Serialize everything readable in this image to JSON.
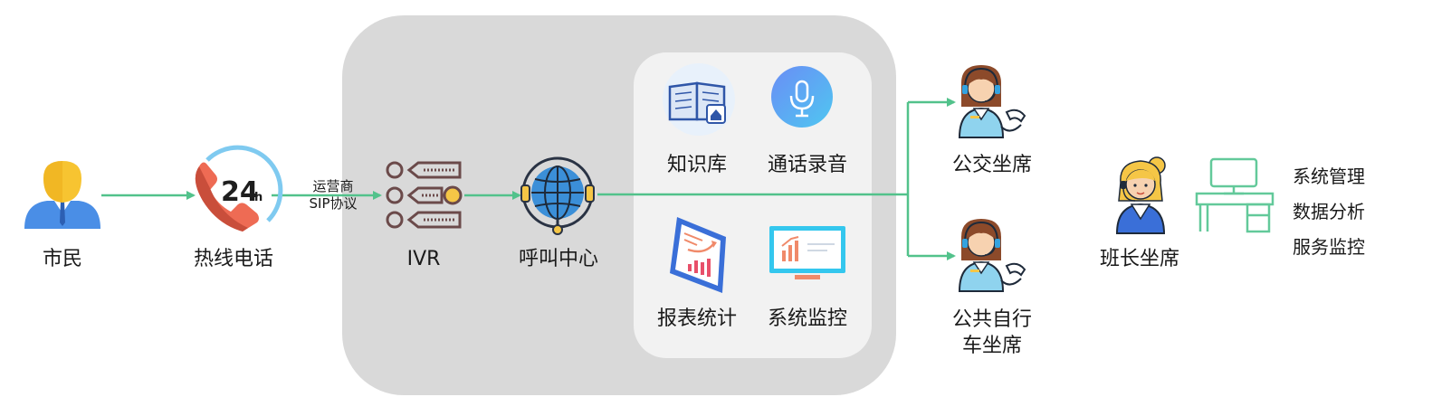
{
  "nodes": {
    "citizen": "市民",
    "hotline": "热线电话",
    "hotline_badge": "24",
    "hotline_badge_unit": "h",
    "ivr": "IVR",
    "call_center": "呼叫中心",
    "bus_seat": "公交坐席",
    "bike_seat_line1": "公共自行",
    "bike_seat_line2": "车坐席",
    "monitor_seat": "班长坐席"
  },
  "edge_label": {
    "line1": "运营商",
    "line2": "SIP协议"
  },
  "modules": {
    "knowledge_base": "知识库",
    "call_recording": "通话录音",
    "report_stats": "报表统计",
    "system_monitor": "系统监控"
  },
  "supervisor_functions": [
    "系统管理",
    "数据分析",
    "服务监控"
  ],
  "colors": {
    "arrow": "#52c28b",
    "outer_panel": "#d9d9d9",
    "inner_panel": "#f2f2f2",
    "agent_shirt": "#8fd3ee",
    "desk_outline": "#63c99a"
  }
}
